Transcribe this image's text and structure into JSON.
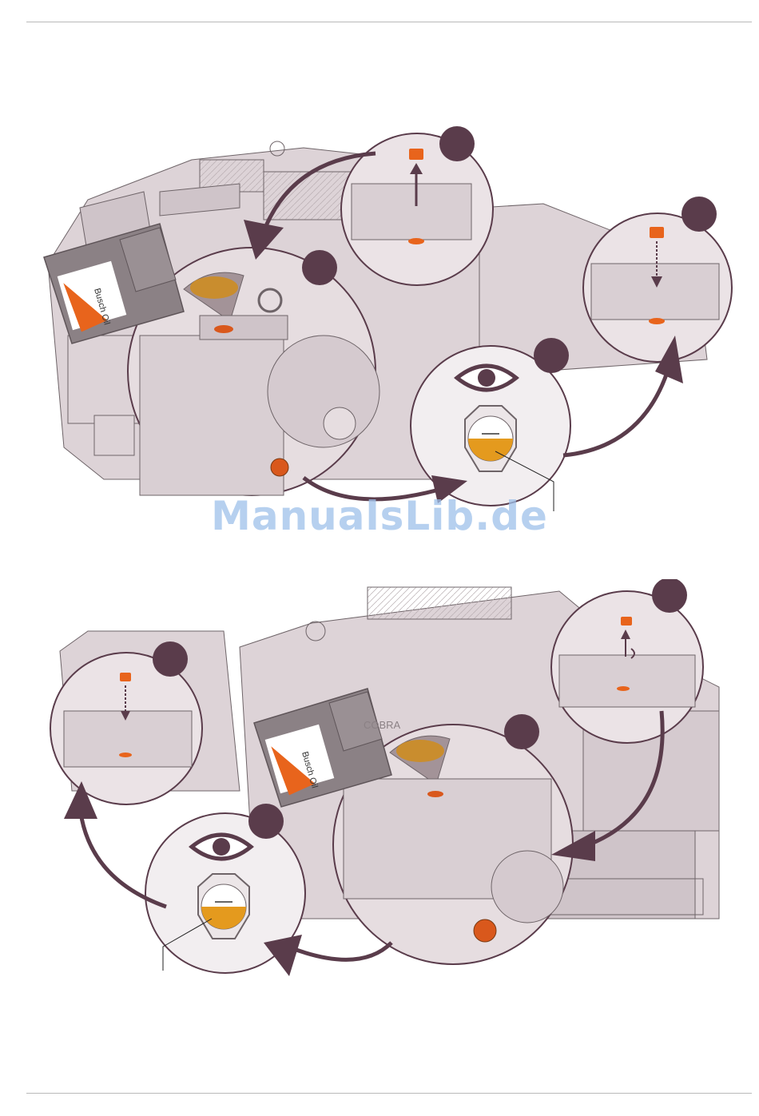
{
  "page": {
    "watermark": "ManualsLib.de"
  },
  "figure1": {
    "oil_brand_label": "Busch Oil",
    "colors": {
      "pump": "#ddd3d7",
      "pump_line": "#6e6468",
      "callout": "#5a3c4b",
      "oil": "#e49a1e",
      "plug": "#d9581c"
    }
  },
  "figure2": {
    "oil_brand_label": "Busch Oil",
    "brand_text": "COBRA"
  },
  "icons": [
    "eye-icon",
    "oil-can-icon",
    "funnel-icon",
    "oil-sight-glass-icon",
    "fill-plug-icon",
    "rotate-arrow-icon"
  ]
}
